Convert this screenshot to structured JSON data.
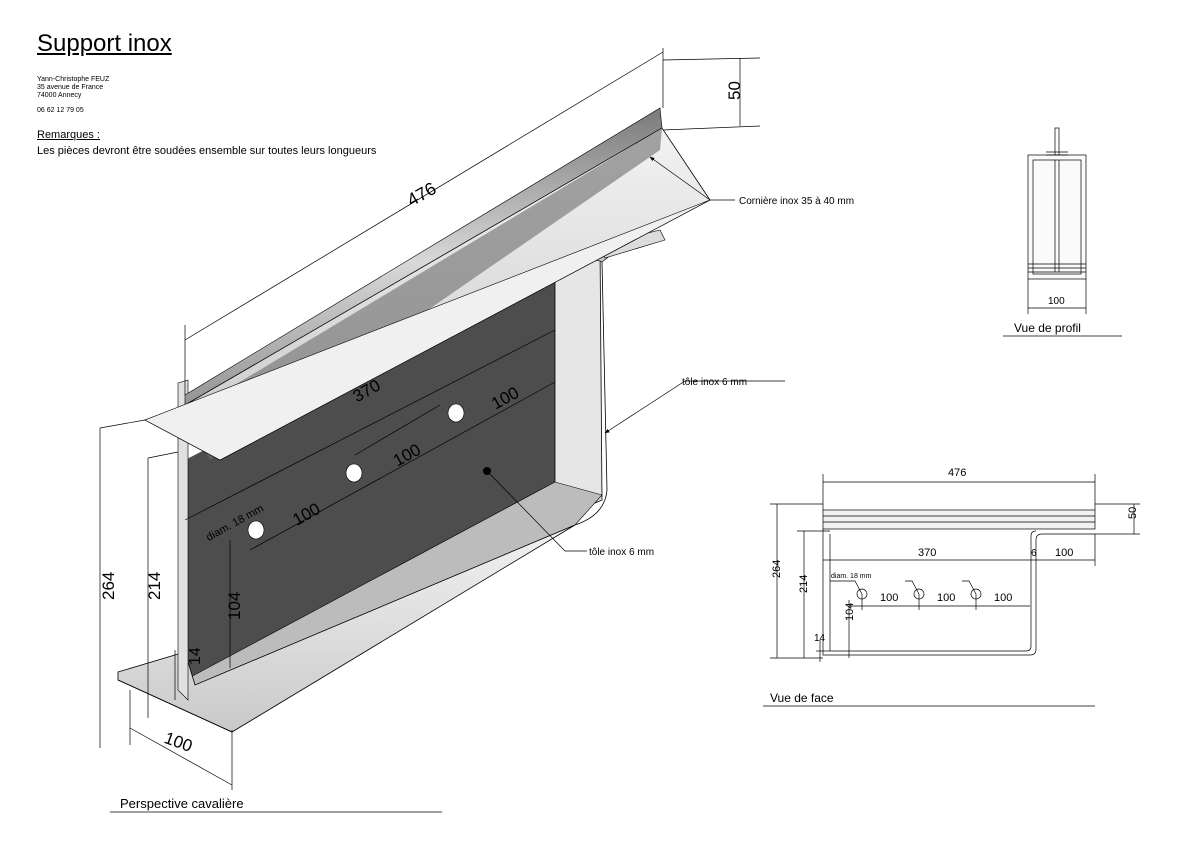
{
  "title": "Support inox",
  "author": {
    "name": "Yann-Christophe FEUZ",
    "address_line1": "35 avenue de France",
    "address_line2": "74000 Annecy",
    "phone": "06 62 12 79 05"
  },
  "remarks": {
    "heading": "Remarques :",
    "text": "Les pièces devront être soudées ensemble sur toutes leurs longueurs"
  },
  "perspective": {
    "caption": "Perspective cavalière",
    "dim_length": "476",
    "dim_angle_height": "50",
    "dim_inner_length": "370",
    "dim_hole_spacing_1": "100",
    "dim_hole_spacing_2": "100",
    "dim_hole_spacing_3": "100",
    "dim_hole_diameter": "diam. 18 mm",
    "dim_total_height": "264",
    "dim_height_214": "214",
    "dim_height_104": "104",
    "dim_thickness": "14",
    "dim_depth": "100",
    "label_angle": "Cornière inox 35 à 40 mm",
    "label_sheet_upper": "tôle inox 6 mm",
    "label_sheet_lower": "tôle inox 6 mm"
  },
  "profile_view": {
    "caption": "Vue de profil",
    "dim_width": "100"
  },
  "front_view": {
    "caption": "Vue de face",
    "dim_length": "476",
    "dim_angle_height": "50",
    "dim_inner_length": "370",
    "dim_gap": "6",
    "dim_right": "100",
    "dim_hole_diameter": "diam. 18 mm",
    "dim_hole_spacing_1": "100",
    "dim_hole_spacing_2": "100",
    "dim_hole_spacing_3": "100",
    "dim_total_height": "264",
    "dim_height_214": "214",
    "dim_height_104": "104",
    "dim_thickness": "14"
  },
  "colors": {
    "plate_dark": "#4a4a4a",
    "metal_light": "#e8e8e8",
    "metal_mid": "#bdbdbd",
    "line": "#000000"
  }
}
